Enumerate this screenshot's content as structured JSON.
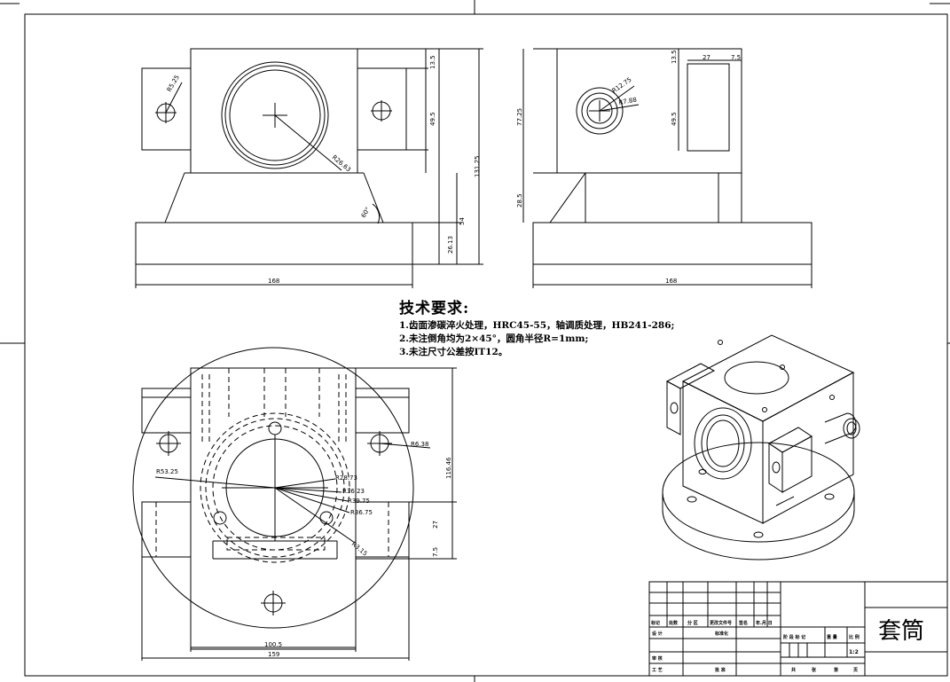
{
  "technical_requirements": {
    "title": "技术要求:",
    "items": [
      "1.齿面渗碳淬火处理，HRC45-55，轴调质处理，HB241-286;",
      "2.未注倒角均为2×45°，圆角半径R=1mm;",
      "3.未注尺寸公差按IT12。"
    ]
  },
  "dimensions": {
    "front_view": {
      "width": "168",
      "radius_hole": "R5.25",
      "radius_bore": "R26.63",
      "angle": "60°",
      "top_offset": "13.5",
      "slot_height": "49.5",
      "overall_height": "131.25",
      "base_height": "26.13",
      "lower_height": "54"
    },
    "side_view": {
      "width": "168",
      "height": "77.25",
      "top_offset": "13.5",
      "slot_width": "27",
      "slot_gap": "7.5",
      "slot_height": "49.5",
      "boss_outer": "R12.75",
      "boss_inner": "R7.88",
      "lower_height": "28.5"
    },
    "top_view": {
      "bolt_hole": "R6.38",
      "outer_radius": "R53.25",
      "r1": "R28.73",
      "r2": "R36.23",
      "r3": "R39.75",
      "r4": "R36.75",
      "r5": "R3.15",
      "height": "116.46",
      "bottom_27": "27",
      "bottom_7_5": "7.5",
      "inner_width": "100.5",
      "overall_width": "159"
    }
  },
  "title_block": {
    "part_name": "套筒",
    "scale": "1:2",
    "header_labels": [
      "标记",
      "处数",
      "分 区",
      "更改文件号",
      "签名",
      "年.月.日"
    ],
    "row_design": "设 计",
    "row_standard": "标准化",
    "stage_labels": [
      "阶 段 标 记",
      "重 量",
      "比 例"
    ],
    "row_review": "审 核",
    "row_process": "工 艺",
    "row_approve": "批 准",
    "sheets": [
      "共",
      "张",
      "第",
      "页"
    ]
  }
}
